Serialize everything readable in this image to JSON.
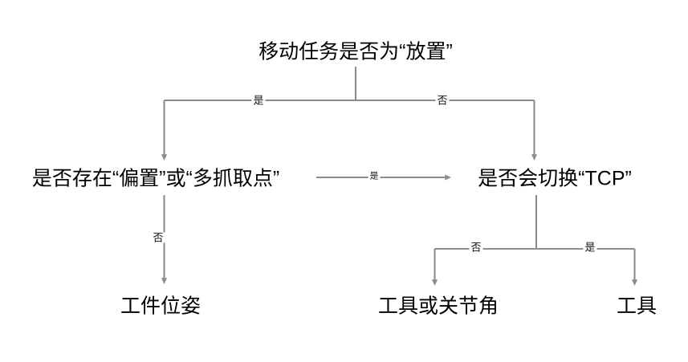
{
  "diagram": {
    "type": "decision-tree-flowchart",
    "background_color": "#ffffff",
    "line_color": "#8c8c8c",
    "text_color": "#000000",
    "nodes": {
      "root": "移动任务是否为“放置”",
      "left_decision": "是否存在“偏置”或“多抓取点”",
      "right_decision": "是否会切换“TCP”",
      "leaf_workpiece": "工件位姿",
      "leaf_tool_or_joint": "工具或关节角",
      "leaf_tool": "工具"
    },
    "edge_labels": {
      "root_to_left": "是",
      "root_to_right": "否",
      "left_to_right": "是",
      "left_to_workpiece": "否",
      "right_to_tool_or_joint": "否",
      "right_to_tool": "是"
    }
  }
}
